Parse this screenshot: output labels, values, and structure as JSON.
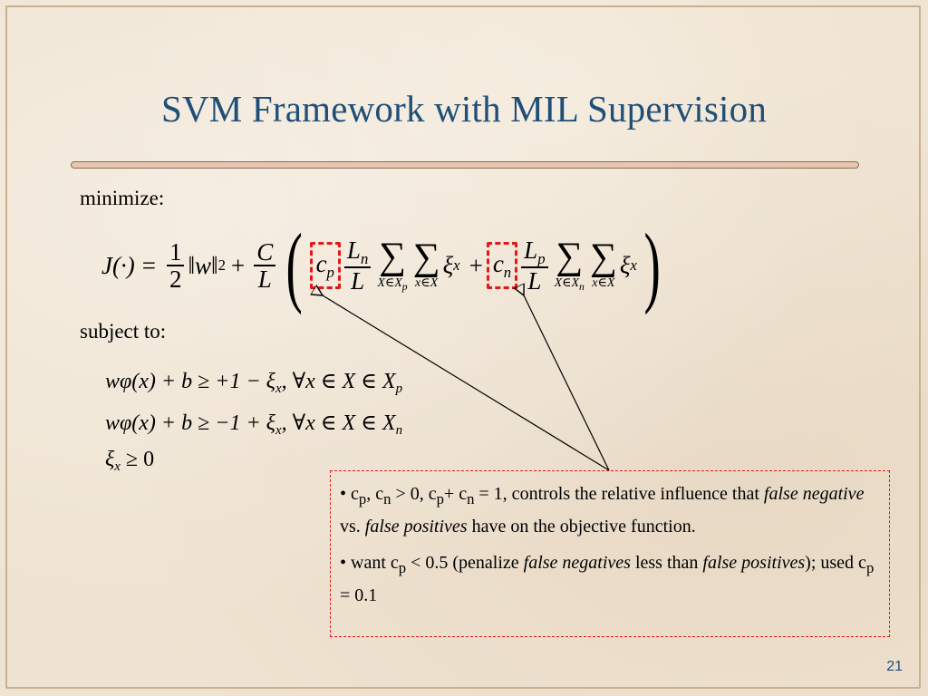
{
  "slide": {
    "title": "SVM Framework with MIL Supervision",
    "number": "21"
  },
  "labels": {
    "minimize": "minimize:",
    "subject_to": "subject to:"
  },
  "objective": {
    "lhs": "J(·)",
    "eq": "=",
    "half_num": "1",
    "half_den": "2",
    "norm_w": "‖w‖",
    "pow2": "2",
    "plus": "+",
    "C": "C",
    "L": "L",
    "cp_c": "c",
    "cp_sub": "p",
    "Ln": "L",
    "Ln_sub": "n",
    "sum1_range": "X∈X",
    "sum1_range_sub": "p",
    "sum2_range": "x∈X",
    "xi": "ξ",
    "xi_sub": "x",
    "cn_c": "c",
    "cn_sub": "n",
    "Lp": "L",
    "Lp_sub": "p",
    "sum3_range": "X∈X",
    "sum3_range_sub": "n",
    "sum4_range": "x∈X"
  },
  "constraints": [
    {
      "lhs": "wφ(x) + b ≥ +1 − ξ",
      "lhs_sub": "x",
      "cond": ",    ∀x ∈ X ∈ X",
      "cond_sub": "p"
    },
    {
      "lhs": "wφ(x) + b ≥ −1 + ξ",
      "lhs_sub": "x",
      "cond": ",    ∀x ∈ X ∈ X",
      "cond_sub": "n"
    },
    {
      "lhs": "ξ",
      "lhs_sub": "x",
      "cond": " ≥ 0",
      "cond_sub": ""
    }
  ],
  "note": {
    "b1_a": "• c",
    "b1_a_sub": "p",
    "b1_b": ", c",
    "b1_b_sub": "n",
    "b1_c": " > 0,  c",
    "b1_c_sub": "p",
    "b1_d": "+ c",
    "b1_d_sub": "n",
    "b1_e": " = 1, controls the relative influence that ",
    "b1_f": "false negative",
    "b1_g": " vs. ",
    "b1_h": "false positives",
    "b1_i": " have on the objective function.",
    "b2_a": "• want c",
    "b2_a_sub": "p",
    "b2_b": " < 0.5 (penalize ",
    "b2_c": "false negatives",
    "b2_d": " less than ",
    "b2_e": "false positives",
    "b2_f": "); used c",
    "b2_f_sub": "p",
    "b2_g": " = 0.1"
  },
  "colors": {
    "title": "#1f4e79",
    "highlight": "#e01919",
    "background": "#efe3d1"
  }
}
